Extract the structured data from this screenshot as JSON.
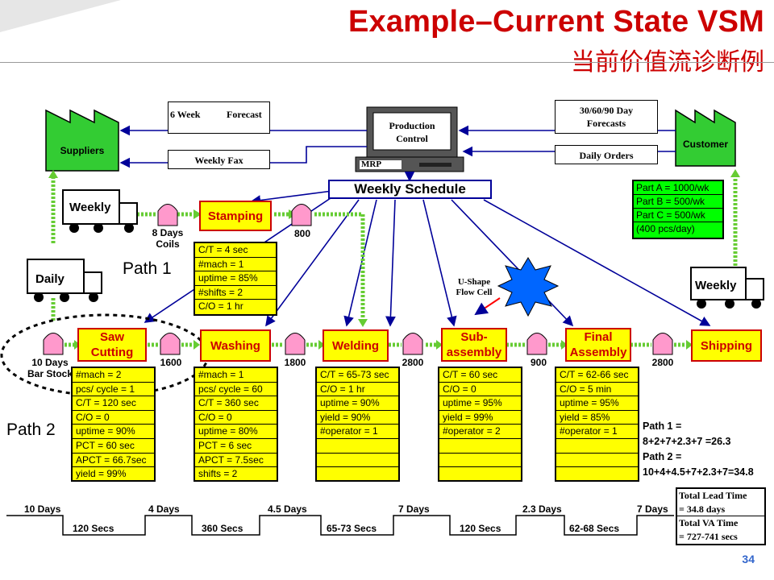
{
  "header": {
    "title": "Example–Current State VSM",
    "subtitle": "当前价值流诊断例"
  },
  "entities": {
    "suppliers": "Suppliers",
    "customer": "Customer",
    "production_control": [
      "Production",
      "Control"
    ],
    "mrp": "MRP",
    "weekly_schedule": "Weekly Schedule"
  },
  "documents": {
    "forecast_left": "6 Week",
    "forecast_right": "Forecast",
    "weekly_fax": "Weekly Fax",
    "forecasts_1": "30/60/90 Day",
    "forecasts_2": "Forecasts",
    "daily_orders": "Daily Orders"
  },
  "trucks": {
    "weekly_left": "Weekly",
    "daily": "Daily",
    "weekly_right": "Weekly"
  },
  "demand": [
    "Part A = 1000/wk",
    "Part B = 500/wk",
    "Part C = 500/wk",
    "(400 pcs/day)"
  ],
  "processes": {
    "stamping": "Stamping",
    "saw_cutting": [
      "Saw",
      "Cutting"
    ],
    "washing": "Washing",
    "welding": "Welding",
    "subassembly": [
      "Sub-",
      "assembly"
    ],
    "final_assembly": [
      "Final",
      "Assembly"
    ],
    "shipping": "Shipping"
  },
  "data_boxes": {
    "stamping": [
      "C/T = 4 sec",
      "#mach = 1",
      "uptime = 85%",
      "#shifts = 2",
      "C/O = 1 hr"
    ],
    "saw": [
      "#mach = 2",
      "pcs/ cycle = 1",
      "C/T = 120 sec",
      "C/O = 0",
      "uptime = 90%",
      "PCT = 60 sec",
      "APCT = 66.7sec",
      "yield = 99%"
    ],
    "washing": [
      "#mach = 1",
      "pcs/ cycle = 60",
      "C/T = 360 sec",
      "C/O = 0",
      "uptime = 80%",
      "PCT = 6 sec",
      "APCT = 7.5sec",
      "shifts = 2"
    ],
    "welding": [
      "C/T = 65-73 sec",
      "C/O = 1 hr",
      "uptime = 90%",
      "yield = 90%",
      "#operator = 1",
      "",
      "",
      ""
    ],
    "subassembly": [
      "C/T = 60 sec",
      "C/O = 0",
      "uptime = 95%",
      "yield = 99%",
      "#operator = 2",
      "",
      "",
      ""
    ],
    "final": [
      "C/T = 62-66 sec",
      "C/O = 5 min",
      "uptime = 95%",
      "yield = 85%",
      "#operator = 1",
      "",
      "",
      ""
    ]
  },
  "inventory": {
    "coils_1": "8 Days",
    "coils_2": "Coils",
    "after_stamping": "800",
    "bar_stock_1": "10 Days",
    "bar_stock_2": "Bar Stock",
    "after_saw": "1600",
    "after_washing": "1800",
    "after_welding": "2800",
    "after_subassembly": "900",
    "after_final": "2800"
  },
  "flow_cell": [
    "U-Shape",
    "Flow Cell"
  ],
  "paths": {
    "path1": "Path 1",
    "path2": "Path 2",
    "calc": [
      "Path 1 =",
      "8+2+7+2.3+7 =26.3",
      "Path 2 =",
      "10+4+4.5+7+2.3+7=34.8"
    ]
  },
  "timeline": {
    "days": [
      "10 Days",
      "4 Days",
      "4.5 Days",
      "7 Days",
      "2.3 Days",
      "7 Days"
    ],
    "secs": [
      "120 Secs",
      "360 Secs",
      "65-73 Secs",
      "120 Secs",
      "62-68 Secs"
    ],
    "totals": [
      "Total Lead  Time",
      "= 34.8 days",
      "Total VA Time",
      "= 727-741 secs"
    ]
  },
  "page_number": "34",
  "colors": {
    "title": "#cc0000",
    "process_fill": "#ffff00",
    "process_border": "#cc0000",
    "factory_fill": "#33cc33",
    "inventory_fill": "#ff99cc",
    "arrow_blue": "#000099",
    "push_arrow": "#66cc33",
    "kaizen_burst": "#0066ff"
  }
}
